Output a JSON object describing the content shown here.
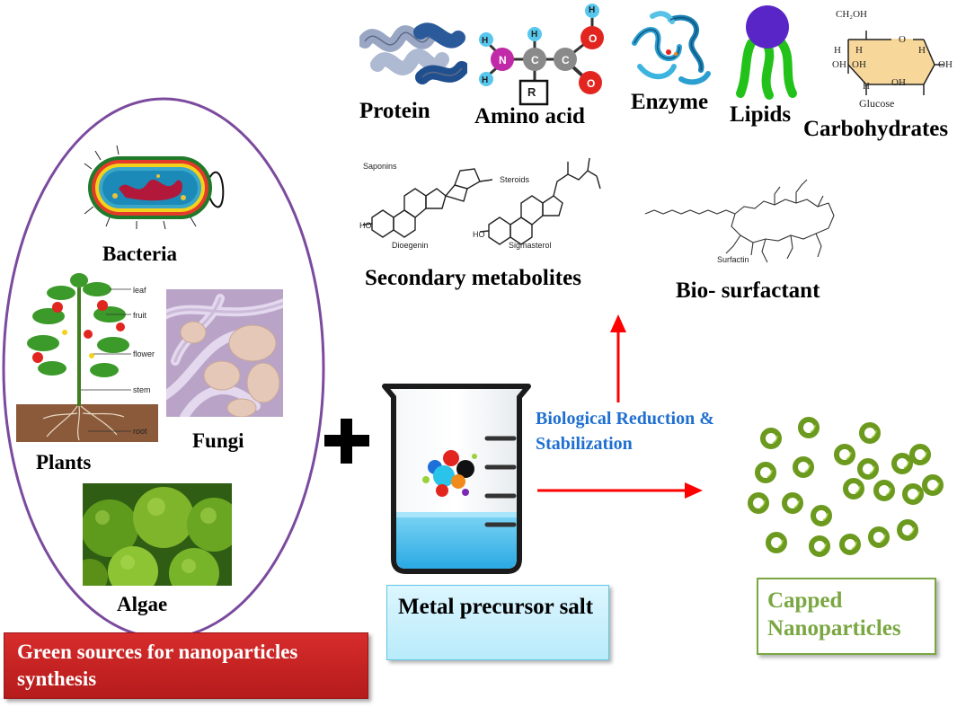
{
  "sources": {
    "bacteria": "Bacteria",
    "plants": "Plants",
    "fungi": "Fungi",
    "algae": "Algae",
    "caption": "Green sources for nanoparticles synthesis"
  },
  "plant_parts": [
    "leaf",
    "fruit",
    "flower",
    "stem",
    "root"
  ],
  "metal_box": "Metal precursor salt",
  "process_label": "Biological Reduction & Stabilization",
  "result_box": "Capped Nanoparticles",
  "biomolecules": {
    "protein": "Protein",
    "amino_acid": "Amino acid",
    "amino_atoms": {
      "n": "N",
      "c": "C",
      "o": "O",
      "h": "H",
      "r": "R"
    },
    "enzyme": "Enzyme",
    "lipids": "Lipids",
    "carbohydrates": "Carbohydrates",
    "glucose": {
      "name": "Glucose",
      "ch2oh": "CH₂OH",
      "h": "H",
      "oh": "OH"
    },
    "secondary_metabolites": "Secondary metabolites",
    "saponins": "Saponins",
    "steroids": "Steroids",
    "dioegenin": "Dioegenin",
    "sigmasterol": "Sigmasterol",
    "ho": "HO",
    "bio_surfactant": "Bio- surfactant",
    "surfactin": "Surfactin"
  },
  "colors": {
    "ellipse": "#7b4a9e",
    "arrow": "#ff0000",
    "caption_bg": "#d22626",
    "metal_bg": "#c6f0fd",
    "result_border": "#7aa742",
    "process_text": "#1f6fd0",
    "nanoparticle": "#6b9a1e"
  },
  "icons": [
    "bacteria-cell-icon",
    "plant-icon",
    "fungi-icon",
    "algae-icon",
    "plus-icon",
    "beaker-icon",
    "protein-icon",
    "enzyme-icon",
    "lipid-icon",
    "glucose-icon",
    "steroid-icon",
    "surfactin-icon",
    "nanoparticle-ring-icon"
  ]
}
